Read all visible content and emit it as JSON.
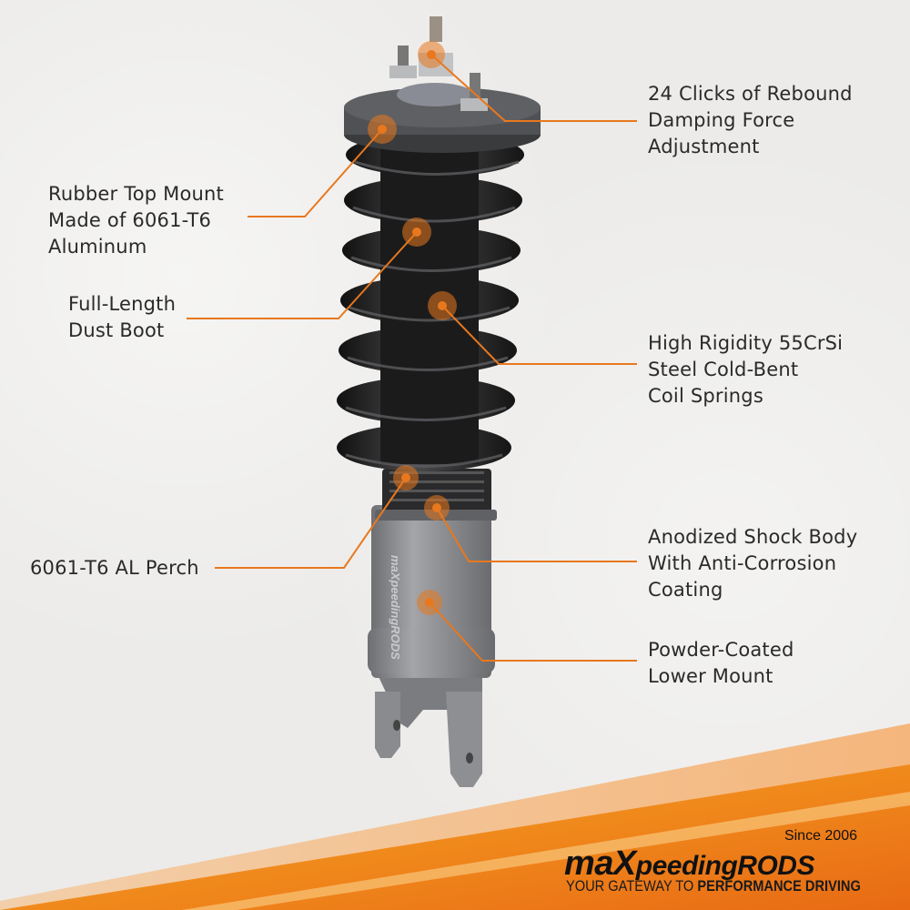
{
  "callouts": {
    "rebound": [
      "24 Clicks of Rebound",
      "Damping Force",
      "Adjustment"
    ],
    "top_mount": [
      "Rubber Top Mount",
      "Made of 6061-T6",
      "Aluminum"
    ],
    "dust_boot": [
      "Full-Length",
      "Dust Boot"
    ],
    "springs": [
      "High Rigidity 55CrSi",
      "Steel Cold-Bent",
      "Coil Springs"
    ],
    "perch": [
      "6061-T6 AL Perch"
    ],
    "shock_body": [
      "Anodized Shock Body",
      "With Anti-Corrosion",
      "Coating"
    ],
    "lower_mount": [
      "Powder-Coated",
      "Lower Mount"
    ]
  },
  "brand": {
    "since": "Since 2006",
    "logo_part1": "maX",
    "logo_part2": "peedingRODS",
    "tagline_light": "YOUR GATEWAY TO ",
    "tagline_bold": "PERFORMANCE DRIVING"
  },
  "colors": {
    "accent": "#e8781e",
    "text": "#2a2a2a",
    "band": "#f08a1c"
  }
}
